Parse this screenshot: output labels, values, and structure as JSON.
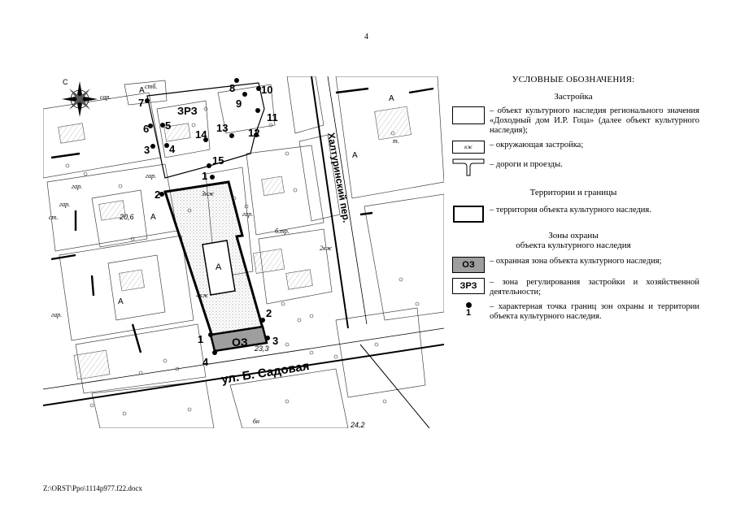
{
  "page_number": "4",
  "footer_path": "Z:\\ORST\\Ppo\\1114p977.f22.docx",
  "legend": {
    "title": "УСЛОВНЫЕ ОБОЗНАЧЕНИЯ:",
    "section_buildings": "Застройка",
    "object_text": "– объект культурного наследия регионального значения «Доходный дом И.Р. Гоца» (далее объект культурного наследия);",
    "surrounding_symbol": "кж",
    "surrounding_text": "– окружающая застройка;",
    "roads_text": "– дороги и проезды.",
    "section_territories": "Территории и границы",
    "territory_text": "– территория объекта культурного наследия.",
    "section_zones_1": "Зоны охраны",
    "section_zones_2": "объекта культурного наследия",
    "oz_symbol": "ОЗ",
    "oz_text": "– охранная зона объекта культурного наследия;",
    "zrz_symbol": "ЗРЗ",
    "zrz_text": "– зона регулирования застройки и хозяйственной деятельности;",
    "point_symbol": "1",
    "point_text": "– характерная точка границ зон охраны и территории объекта культурного наследия."
  },
  "map": {
    "compass_letter": "С",
    "street_main": "ул. Б. Садовая",
    "street_side": "Халтуринский пер.",
    "zone_oz": "ОЗ",
    "zone_zrz": "ЗРЗ",
    "object_letter": "А",
    "elevation_1": "20,6",
    "elevation_2": "23,3",
    "elevation_3": "24,2",
    "point_labels_zrz": [
      "1",
      "2",
      "3",
      "4",
      "5",
      "6",
      "7",
      "8",
      "9",
      "10",
      "11",
      "12",
      "13",
      "14",
      "15"
    ],
    "point_labels_oz": [
      "1",
      "2",
      "3",
      "4"
    ],
    "misc_labels": [
      "гар.",
      "гар.",
      "гар.",
      "гар.",
      "гар.",
      "ст.",
      "т.",
      "стб.",
      "сар.",
      "б.тр.",
      "2кж",
      "3кж",
      "4кж",
      "6н",
      "А",
      "А",
      "А",
      "А",
      "А"
    ]
  },
  "colors": {
    "zone_oz_fill": "#9e9e9e",
    "object_fill": "#e2e2e2"
  }
}
